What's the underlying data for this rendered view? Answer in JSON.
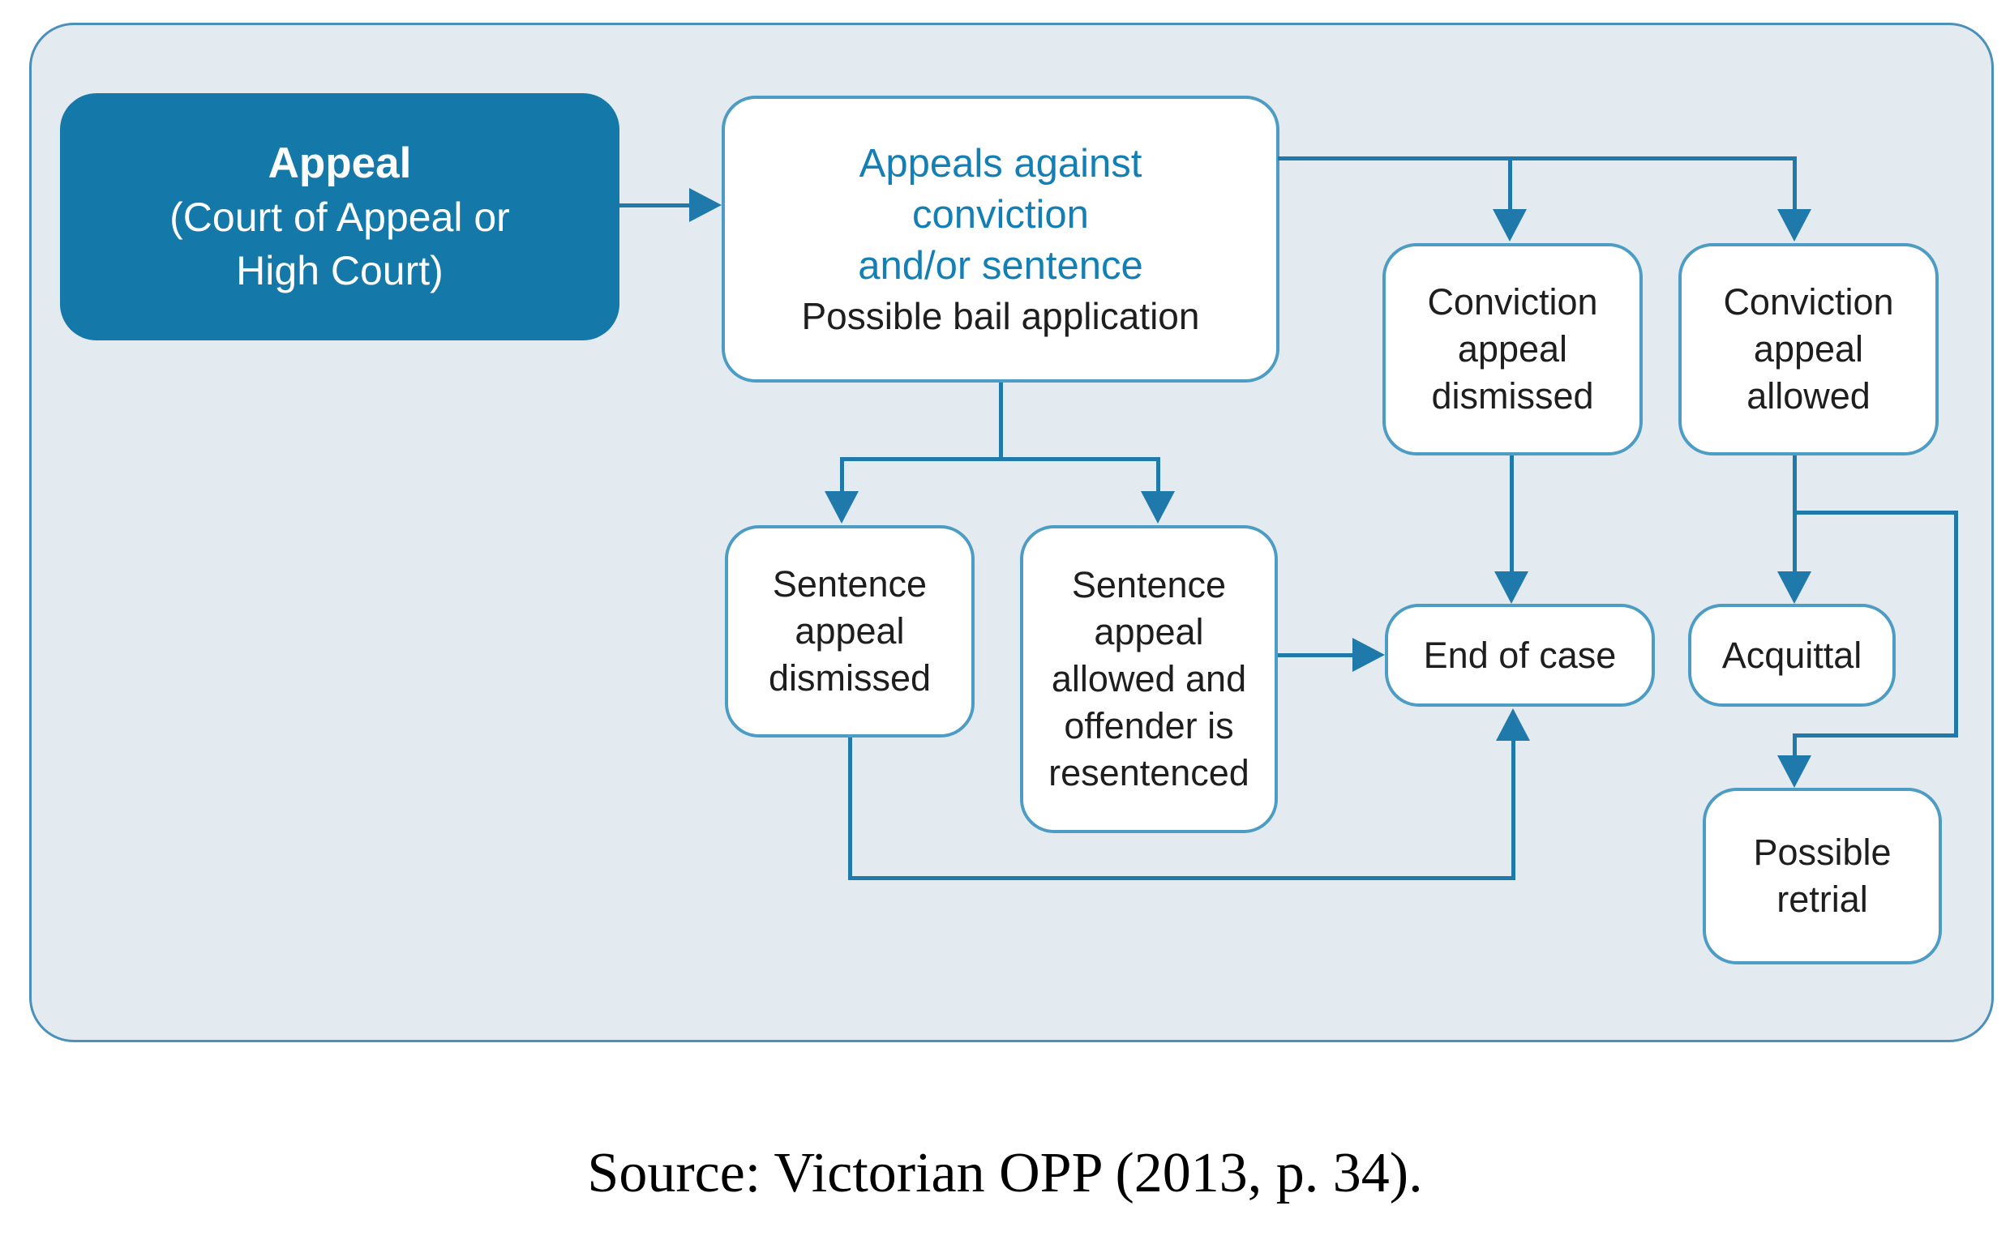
{
  "colors": {
    "panel_bg": "#e4ebf0",
    "panel_border": "#4a90b8",
    "dark_box": "#1478a8",
    "box_border": "#4c9cc4",
    "line": "#1f7aab",
    "blue_text": "#147fb4",
    "dark_text": "#1e1e1e"
  },
  "nodes": {
    "appeal": {
      "title": "Appeal",
      "subtitle": "(Court of Appeal or\nHigh Court)"
    },
    "appeals_against": {
      "title": "Appeals against\nconviction\nand/or sentence",
      "subtitle": "Possible bail application"
    },
    "conviction_dismissed": {
      "label": "Conviction\nappeal\ndismissed"
    },
    "conviction_allowed": {
      "label": "Conviction\nappeal\nallowed"
    },
    "sentence_dismissed": {
      "label": "Sentence\nappeal\ndismissed"
    },
    "sentence_allowed": {
      "label": "Sentence\nappeal\nallowed and\noffender is\nresentenced"
    },
    "end_of_case": {
      "label": "End of case"
    },
    "acquittal": {
      "label": "Acquittal"
    },
    "possible_retrial": {
      "label": "Possible\nretrial"
    }
  },
  "caption": "Source: Victorian OPP (2013, p. 34)."
}
